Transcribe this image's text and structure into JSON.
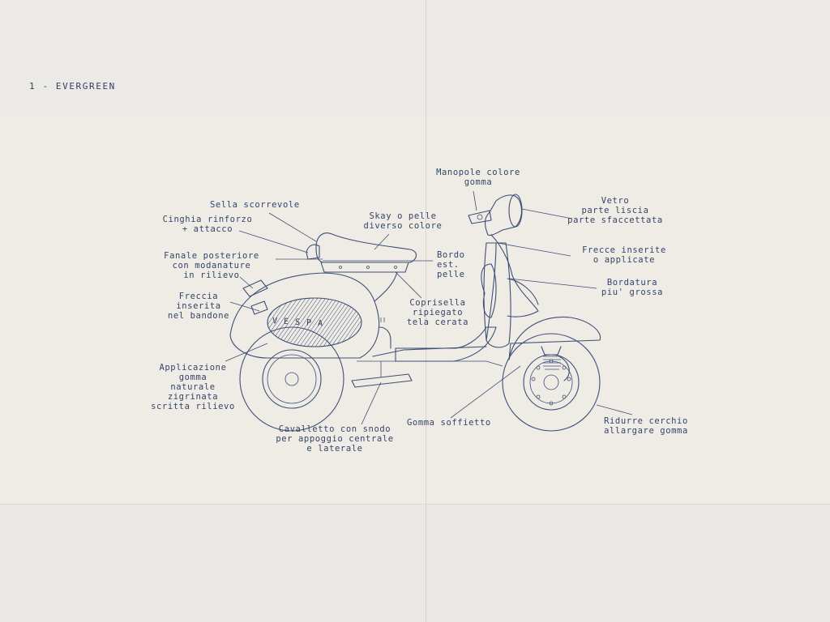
{
  "sheet": {
    "title": "1 - EVERGREEN"
  },
  "drawing": {
    "brand_mark": "VESPA"
  },
  "labels": {
    "manopole": "Manopole colore\ngomma",
    "sella": "Sella scorrevole",
    "skay": "Skay o pelle\ndiverso colore",
    "cinghia": "Cinghia rinforzo\n+ attacco",
    "vetro": "Vetro\nparte liscia\nparte sfaccettata",
    "frecce": "Frecce inserite\no applicate",
    "fanale": "Fanale posteriore\ncon modanature\nin rilievo",
    "bordo": "Bordo\nest.\npelle",
    "bordatura": "Bordatura\npiu' grossa",
    "freccia": "Freccia\ninserita\nnel bandone",
    "coprisella": "Coprisella\nripiegato\ntela cerata",
    "applicazione": "Applicazione\ngomma\nnaturale\nzigrinata\nscritta rilievo",
    "gomma_soffietto": "Gomma soffietto",
    "ridurre": "Ridurre cerchio\nallargare gomma",
    "cavalletto": "Cavalletto con snodo\nper appoggio centrale\ne laterale"
  }
}
